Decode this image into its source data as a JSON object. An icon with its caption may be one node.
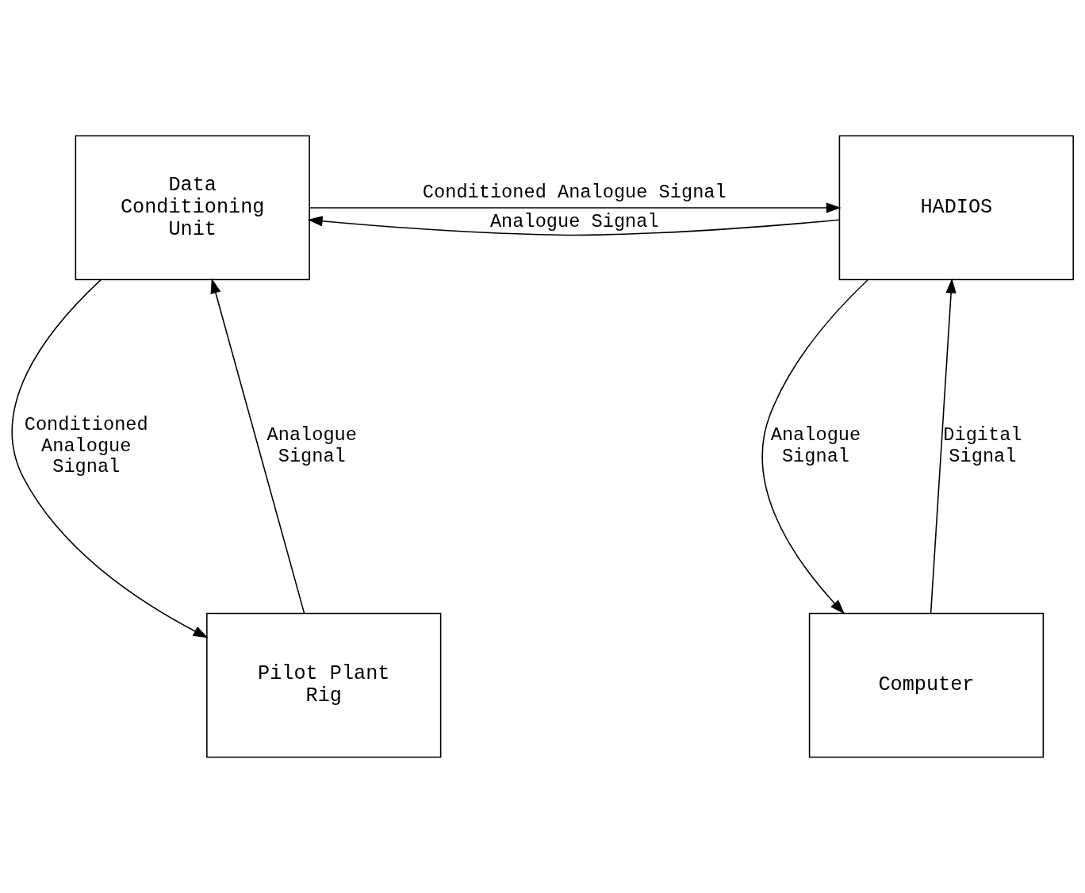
{
  "diagram": {
    "nodes": [
      {
        "text": [
          "Data Conditioning Unit"
        ]
      },
      {
        "text": [
          "HADIOS"
        ]
      },
      {
        "text": [
          "Pilot Plant Rig"
        ]
      },
      {
        "text": [
          "Computer"
        ]
      }
    ],
    "edges": [
      {
        "from": 1,
        "to": 0,
        "arrow": "to",
        "label": "Analogue Signal"
      },
      {
        "from": 0,
        "to": 1,
        "arrow": "to",
        "label": "Conditioned Analogue Signal"
      },
      {
        "from": 0,
        "to": 2,
        "arrow": "to",
        "label": "Conditioned Analogue Signal"
      },
      {
        "from": 2,
        "to": 0,
        "arrow": "to",
        "label": "Analogue Signal"
      },
      {
        "from": 1,
        "to": 3,
        "arrow": "to",
        "label": "Analogue Signal"
      },
      {
        "from": 3,
        "to": 1,
        "arrow": "to",
        "label": "Digital Signal"
      }
    ]
  }
}
